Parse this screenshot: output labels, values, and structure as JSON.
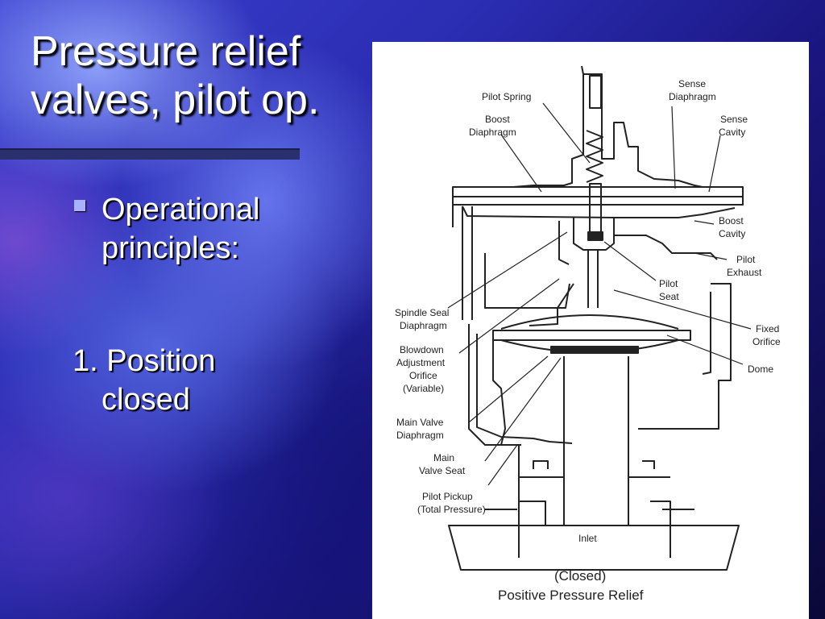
{
  "slide": {
    "title_line1": "Pressure relief",
    "title_line2": "valves, pilot op.",
    "bullet_line1": "Operational",
    "bullet_line2": "principles:",
    "step_line1": "1. Position",
    "step_line2": "closed"
  },
  "diagram": {
    "labels": {
      "pilot_spring": "Pilot Spring",
      "sense_diaphragm_1": "Sense",
      "sense_diaphragm_2": "Diaphragm",
      "boost_diaphragm_1": "Boost",
      "boost_diaphragm_2": "Diaphragm",
      "sense_cavity_1": "Sense",
      "sense_cavity_2": "Cavity",
      "boost_cavity_1": "Boost",
      "boost_cavity_2": "Cavity",
      "pilot_exhaust_1": "Pilot",
      "pilot_exhaust_2": "Exhaust",
      "pilot_seat_1": "Pilot",
      "pilot_seat_2": "Seat",
      "spindle_seal_1": "Spindle Seal",
      "spindle_seal_2": "Diaphragm",
      "fixed_orifice_1": "Fixed",
      "fixed_orifice_2": "Orifice",
      "blowdown_1": "Blowdown",
      "blowdown_2": "Adjustment",
      "blowdown_3": "Orifice",
      "blowdown_4": "(Variable)",
      "dome": "Dome",
      "main_valve_diaphragm_1": "Main Valve",
      "main_valve_diaphragm_2": "Diaphragm",
      "main_valve_seat_1": "Main",
      "main_valve_seat_2": "Valve Seat",
      "pilot_pickup_1": "Pilot Pickup",
      "pilot_pickup_2": "(Total Pressure)",
      "inlet": "Inlet"
    },
    "caption_line1": "(Closed)",
    "caption_line2": "Positive Pressure Relief"
  }
}
